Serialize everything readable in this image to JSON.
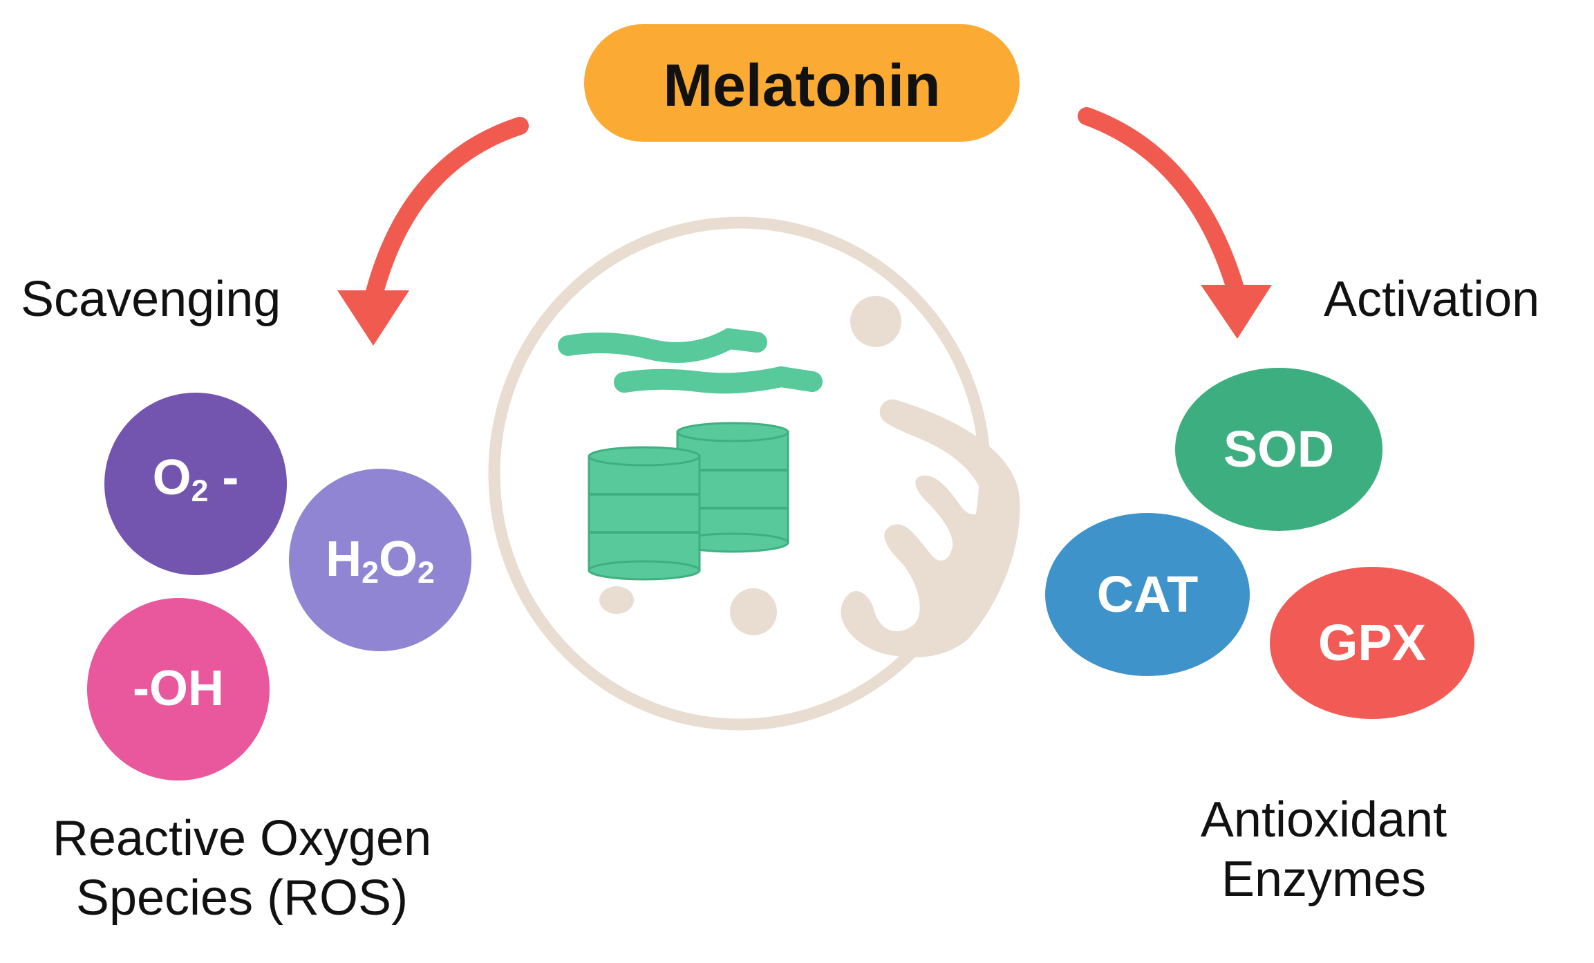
{
  "colors": {
    "melatonin": "#FBAA33",
    "arrow": "#F05A4F",
    "cell_outline": "#E8DDD0",
    "organelle_green": "#58C99A",
    "organelle_green_stroke": "#3EB07F",
    "o2_minus": "#7355B0",
    "h2o2": "#9085D2",
    "oh": "#E9579C",
    "sod": "#3DAE7F",
    "cat": "#3E93CB",
    "gpx": "#F25A55",
    "text": "#111111"
  },
  "top_node": {
    "label": "Melatonin"
  },
  "left_branch": {
    "action": "Scavenging",
    "caption_line1": "Reactive Oxygen",
    "caption_line2": "Species (ROS)",
    "species": [
      {
        "id": "o2-minus",
        "label_base": "O",
        "label_sub": "2",
        "label_suffix": " -"
      },
      {
        "id": "h2o2",
        "label_base": "H",
        "label_sub": "2",
        "label_mid": "O",
        "label_sub2": "2"
      },
      {
        "id": "hydroxyl",
        "label": "-OH"
      }
    ]
  },
  "right_branch": {
    "action": "Activation",
    "caption_line1": "Antioxidant",
    "caption_line2": "Enzymes",
    "enzymes": [
      {
        "id": "sod",
        "label": "SOD"
      },
      {
        "id": "cat",
        "label": "CAT"
      },
      {
        "id": "gpx",
        "label": "GPX"
      }
    ]
  },
  "cell": {
    "icon": "cell-icon",
    "organelles": [
      "endoplasmic-reticulum-icon",
      "golgi-stack-icon",
      "mitochondrion-icon",
      "vesicle-icon"
    ]
  }
}
